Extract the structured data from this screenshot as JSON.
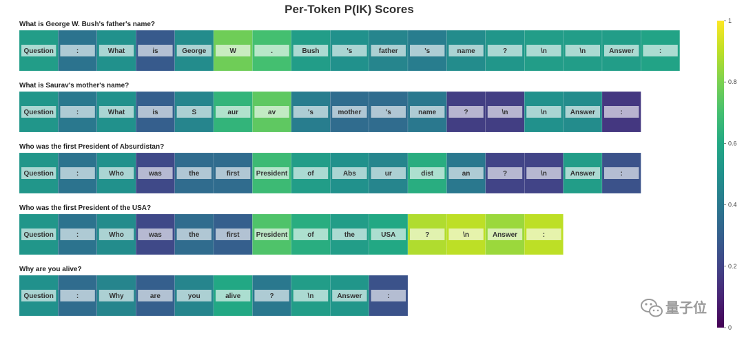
{
  "chart_data": {
    "type": "heatmap",
    "title": "Per-Token P(IK) Scores",
    "colorscale": "viridis",
    "zlim": [
      0,
      1
    ],
    "colorbar_ticks": [
      {
        "value": 0,
        "label": "0"
      },
      {
        "value": 0.2,
        "label": "0.2"
      },
      {
        "value": 0.4,
        "label": "0.4"
      },
      {
        "value": 0.6,
        "label": "0.6"
      },
      {
        "value": 0.8,
        "label": "0.8"
      },
      {
        "value": 1,
        "label": "1"
      }
    ],
    "rows": [
      {
        "question": "What is George W. Bush's father's name?",
        "tokens": [
          "Question",
          ":",
          "What",
          "is",
          "George",
          "W",
          ".",
          "Bush",
          "'s",
          "father",
          "'s",
          "name",
          "?",
          "\\n",
          "\\n",
          "Answer",
          ":"
        ],
        "values": [
          0.55,
          0.38,
          0.5,
          0.28,
          0.48,
          0.78,
          0.7,
          0.55,
          0.5,
          0.45,
          0.42,
          0.48,
          0.52,
          0.55,
          0.55,
          0.55,
          0.58
        ]
      },
      {
        "question": "What is Saurav's mother's name?",
        "tokens": [
          "Question",
          ":",
          "What",
          "is",
          "S",
          "aur",
          "av",
          "'s",
          "mother",
          "'s",
          "name",
          "?",
          "\\n",
          "\\n",
          "Answer",
          ":"
        ],
        "values": [
          0.52,
          0.4,
          0.5,
          0.3,
          0.45,
          0.65,
          0.75,
          0.42,
          0.35,
          0.35,
          0.4,
          0.18,
          0.18,
          0.5,
          0.48,
          0.16
        ]
      },
      {
        "question": "Who was the first President of Absurdistan?",
        "tokens": [
          "Question",
          ":",
          "Who",
          "was",
          "the",
          "first",
          "President",
          "of",
          "Abs",
          "ur",
          "dist",
          "an",
          "?",
          "\\n",
          "Answer",
          ":"
        ],
        "values": [
          0.52,
          0.38,
          0.5,
          0.22,
          0.35,
          0.35,
          0.68,
          0.55,
          0.5,
          0.45,
          0.62,
          0.4,
          0.2,
          0.2,
          0.55,
          0.25
        ]
      },
      {
        "question": "Who was the first President of the USA?",
        "tokens": [
          "Question",
          ":",
          "Who",
          "was",
          "the",
          "first",
          "President",
          "of",
          "the",
          "USA",
          "?",
          "\\n",
          "Answer",
          ":"
        ],
        "values": [
          0.52,
          0.38,
          0.48,
          0.22,
          0.35,
          0.3,
          0.72,
          0.62,
          0.55,
          0.6,
          0.88,
          0.9,
          0.85,
          0.9
        ]
      },
      {
        "question": "Why are you alive?",
        "tokens": [
          "Question",
          ":",
          "Why",
          "are",
          "you",
          "alive",
          "?",
          "\\n",
          "Answer",
          ":"
        ],
        "values": [
          0.5,
          0.35,
          0.45,
          0.3,
          0.45,
          0.6,
          0.4,
          0.55,
          0.52,
          0.25
        ]
      }
    ]
  },
  "watermark": {
    "text": "量子位",
    "icon": "wechat-icon"
  }
}
